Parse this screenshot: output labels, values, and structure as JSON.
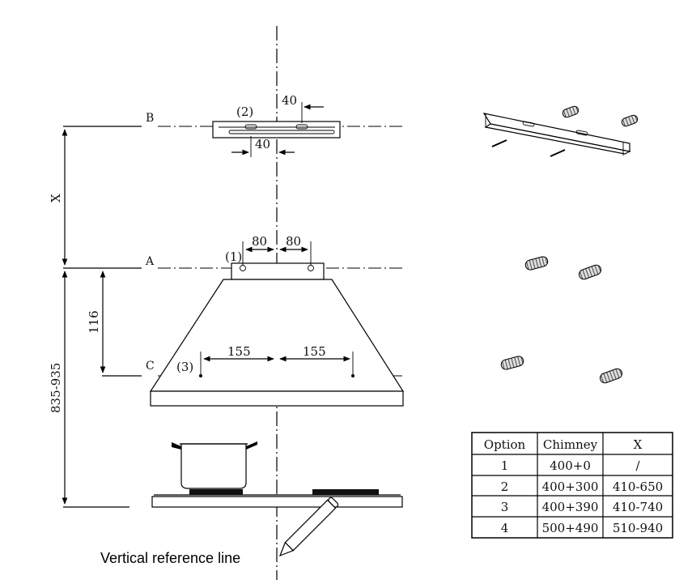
{
  "levels": {
    "B": "B",
    "A": "A",
    "C": "C"
  },
  "markers": {
    "m1": "(1)",
    "m2": "(2)",
    "m3": "(3)"
  },
  "dimensions": {
    "bracket_top": "40",
    "bracket_bottom": "40",
    "screw_left": "80",
    "screw_right": "80",
    "hood_left": "155",
    "hood_right": "155",
    "x_label": "X",
    "vertical_116": "116",
    "height_range": "835-935"
  },
  "reference_line_label": "Vertical reference line",
  "options_table": {
    "headers": [
      "Option",
      "Chimney",
      "X"
    ],
    "rows": [
      [
        "1",
        "400+0",
        "/"
      ],
      [
        "2",
        "400+300",
        "410-650"
      ],
      [
        "3",
        "400+390",
        "410-740"
      ],
      [
        "4",
        "500+490",
        "510-940"
      ]
    ]
  },
  "icons": [
    "bracket-3d-icon",
    "wall-plug-icon",
    "screw-icon",
    "pencil-icon",
    "pot-icon",
    "cooktop-icon"
  ]
}
